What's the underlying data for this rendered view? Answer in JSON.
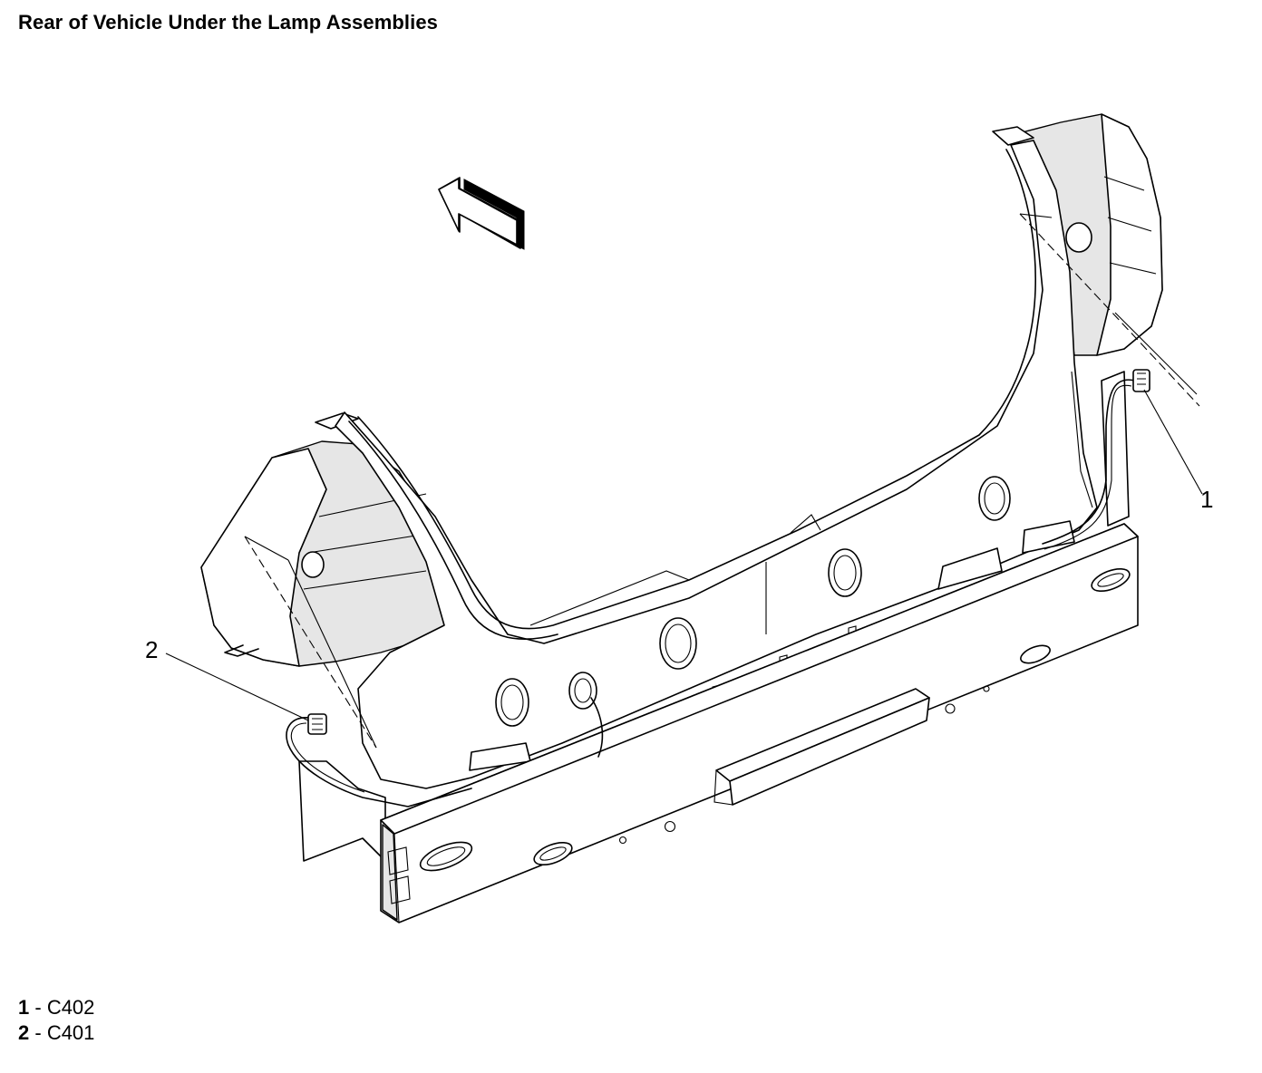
{
  "title": "Rear of Vehicle Under the Lamp Assemblies",
  "callouts": [
    {
      "number": "1",
      "label": "C402"
    },
    {
      "number": "2",
      "label": "C401"
    }
  ],
  "legend": [
    {
      "number": "1",
      "separator": " - ",
      "label": "C402"
    },
    {
      "number": "2",
      "separator": " - ",
      "label": "C401"
    }
  ],
  "icons": {
    "direction_arrow": "arrow-forward-icon",
    "connector": "connector-icon"
  }
}
